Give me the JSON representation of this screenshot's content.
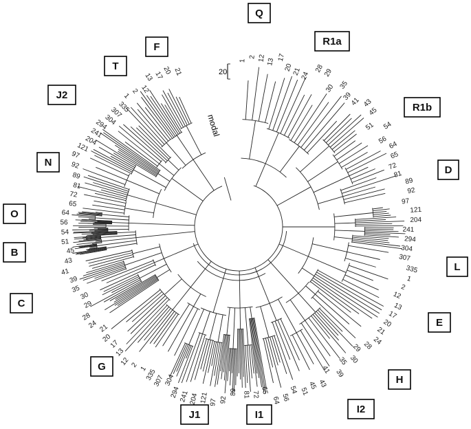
{
  "diagram": {
    "type": "circular-phylogenetic-tree",
    "scale_bar_label": "20",
    "modal_label": "modal",
    "haplogroups": [
      "Q",
      "R1a",
      "R1b",
      "D",
      "L",
      "E",
      "H",
      "I2",
      "I1",
      "J1",
      "G",
      "C",
      "B",
      "O",
      "N",
      "J2",
      "T",
      "F"
    ],
    "tip_labels": [
      "1",
      "2",
      "12",
      "13",
      "17",
      "20",
      "21",
      "24",
      "28",
      "29",
      "30",
      "35",
      "39",
      "41",
      "43",
      "45",
      "51",
      "54",
      "56",
      "64",
      "65",
      "72",
      "81",
      "89",
      "92",
      "97",
      "121",
      "204",
      "241",
      "294",
      "304",
      "307",
      "335"
    ]
  }
}
